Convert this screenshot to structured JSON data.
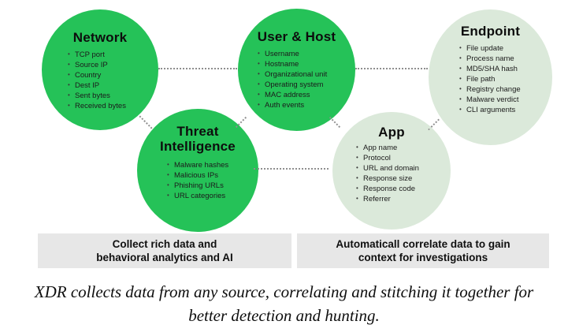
{
  "colors": {
    "bright_green": "#25c258",
    "light_green": "#dbe9da",
    "connector_dot_gray": "#8f8f8f",
    "box_gray": "#e7e7e7",
    "text_dark": "#0d0d0d"
  },
  "diagram": {
    "circles": [
      {
        "title": "Network",
        "items": [
          "TCP port",
          "Source IP",
          "Country",
          "Dest IP",
          "Sent bytes",
          "Received bytes"
        ]
      },
      {
        "title": "User & Host",
        "items": [
          "Username",
          "Hostname",
          "Organizational unit",
          "Operating system",
          "MAC address",
          "Auth events"
        ]
      },
      {
        "title": "Endpoint",
        "items": [
          "File update",
          "Process name",
          "MD5/SHA hash",
          "File path",
          "Registry change",
          "Malware verdict",
          "CLI arguments"
        ]
      },
      {
        "title": "Threat Intelligence",
        "items": [
          "Malware hashes",
          "Malicious IPs",
          "Phishing URLs",
          "URL categories"
        ]
      },
      {
        "title": "App",
        "items": [
          "App name",
          "Protocol",
          "URL and domain",
          "Response size",
          "Response code",
          "Referrer"
        ]
      }
    ]
  },
  "boxes": [
    {
      "line1": "Collect rich data and",
      "line2": "behavioral analytics and AI"
    },
    {
      "line1": "Automaticall correlate data to gain",
      "line2": "context for investigations"
    }
  ],
  "caption": {
    "line1": "XDR collects data from any source, correlating and stitching it together for",
    "line2": "better detection and hunting."
  }
}
